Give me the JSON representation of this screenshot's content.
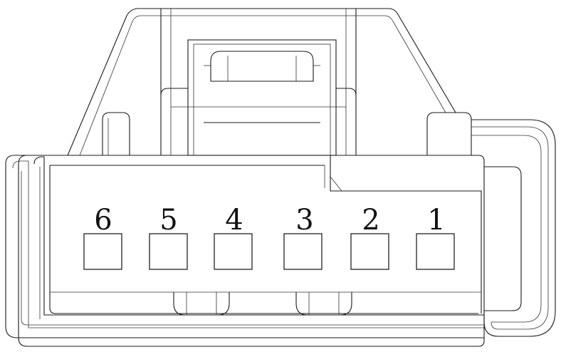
{
  "connector": {
    "pins": [
      {
        "label": "6"
      },
      {
        "label": "5"
      },
      {
        "label": "4"
      },
      {
        "label": "3"
      },
      {
        "label": "2"
      },
      {
        "label": "1"
      }
    ]
  },
  "colors": {
    "line": "#1a1a1a",
    "background": "#ffffff"
  }
}
